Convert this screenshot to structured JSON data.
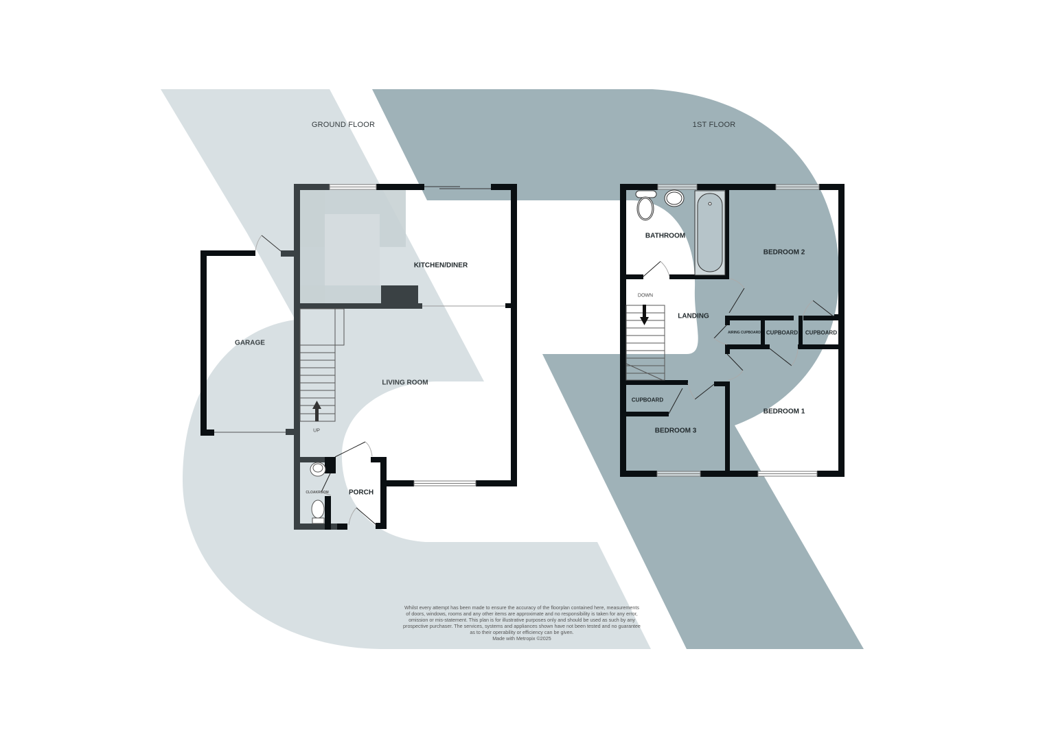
{
  "floors": {
    "ground": {
      "title": "GROUND FLOOR",
      "rooms": {
        "kitchen_diner": "KITCHEN/DINER",
        "living_room": "LIVING ROOM",
        "garage": "GARAGE",
        "porch": "PORCH",
        "cloakroom": "CLOAKROOM"
      },
      "stairs_label": "UP"
    },
    "first": {
      "title": "1ST FLOOR",
      "rooms": {
        "bathroom": "BATHROOM",
        "bedroom_2": "BEDROOM 2",
        "landing": "LANDING",
        "airing_cupboard": "AIRING CUPBOARD",
        "cupboard_a": "CUPBOARD",
        "cupboard_b": "CUPBOARD",
        "cupboard_c": "CUPBOARD",
        "bedroom_3": "BEDROOM 3",
        "bedroom_1": "BEDROOM 1"
      },
      "stairs_label": "DOWN"
    }
  },
  "disclaimer": {
    "lines": [
      "Whilst every attempt has been made to ensure the accuracy of the floorplan contained here, measurements",
      "of doors, windows, rooms and any other items are approximate and no responsibility is taken for any error,",
      "omission or mis-statement. This plan is for illustrative purposes only and should be used as such by any",
      "prospective purchaser. The services, systems and appliances shown have not been tested and no guarantee",
      "as to their operability or efficiency can be given.",
      "Made with Metropix ©2025"
    ]
  },
  "colors": {
    "background": "#ffffff",
    "watermark_light": "#d8e0e3",
    "watermark_dark": "#9fb2b8",
    "wall": "#0a0f12",
    "wall_light_zone": "#3a4144"
  }
}
